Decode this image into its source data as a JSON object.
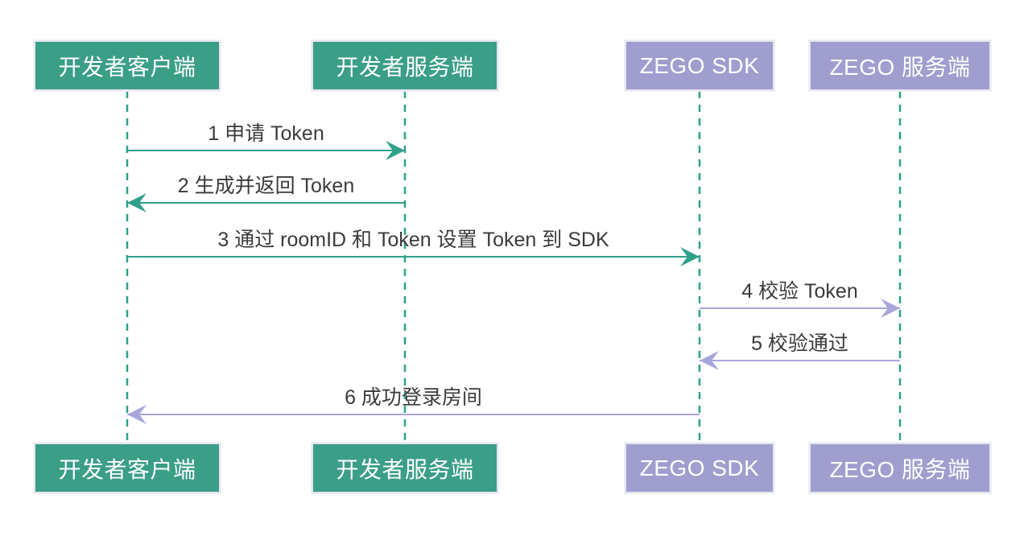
{
  "diagram": {
    "type": "sequence-diagram",
    "participants": [
      {
        "id": "dev-client",
        "label": "开发者客户端",
        "color": "#3B9E87"
      },
      {
        "id": "dev-server",
        "label": "开发者服务端",
        "color": "#3B9E87"
      },
      {
        "id": "zego-sdk",
        "label": "ZEGO SDK",
        "color": "#A09ECF"
      },
      {
        "id": "zego-server",
        "label": "ZEGO 服务端",
        "color": "#A09ECF"
      }
    ],
    "messages": [
      {
        "num": 1,
        "label": "1 申请 Token",
        "from": "dev-client",
        "to": "dev-server",
        "color": "#2FA08A"
      },
      {
        "num": 2,
        "label": "2 生成并返回 Token",
        "from": "dev-server",
        "to": "dev-client",
        "color": "#2FA08A"
      },
      {
        "num": 3,
        "label": "3 通过 roomID 和 Token 设置 Token 到 SDK",
        "from": "dev-client",
        "to": "zego-sdk",
        "color": "#2FA08A"
      },
      {
        "num": 4,
        "label": "4 校验 Token",
        "from": "zego-sdk",
        "to": "zego-server",
        "color": "#A9A6DB"
      },
      {
        "num": 5,
        "label": "5 校验通过",
        "from": "zego-server",
        "to": "zego-sdk",
        "color": "#A9A6DB"
      },
      {
        "num": 6,
        "label": "6 成功登录房间",
        "from": "zego-sdk",
        "to": "dev-client",
        "color": "#A9A6DB"
      }
    ],
    "colors": {
      "teal_arrow": "#2FA08A",
      "purple_arrow": "#A9A6DB",
      "teal_box": "#3B9E87",
      "purple_box": "#A09ECF",
      "lifeline": "#2FA08A",
      "label_text": "#3B3B3B",
      "box_text": "#FFFFFF",
      "box_border": "#E6E6EF",
      "background": "#FFFFFF"
    }
  }
}
